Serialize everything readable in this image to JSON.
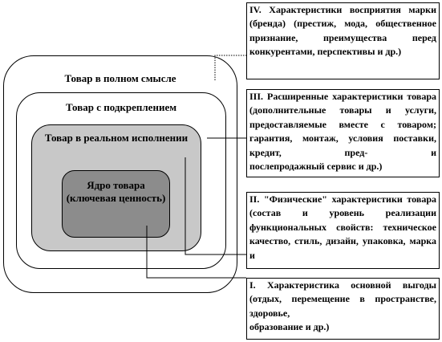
{
  "layers": {
    "full": "Товар в полном смысле",
    "augmented": "Товар с подкреплением",
    "actual": "Товар в реальном исполнении",
    "core": "Ядро товара (ключевая ценность)"
  },
  "descriptions": {
    "iv": {
      "body": "IV. Характеристики восприятия марки (бренда) (престиж, мода, общественное признание, преимущества перед",
      "last": "конкурентами, перспективы и др.)"
    },
    "iii": {
      "body": "III. Расширенные характеристики товара (дополнительные товары и услуги, предоставляемые вместе с товаром; гарантия, монтаж, условия поставки, кредит, пред- и",
      "last": "послепродажный сервис и др.)"
    },
    "ii": {
      "body": "II. \"Физические\" характеристики товара (состав и уровень реализации функциональных свойств: техническое качество, стиль, дизайн, упаковка, марка и",
      "last": ""
    },
    "i": {
      "body": "I. Характеристика основной выгоды (отдых, перемещение в пространстве, здоровье,",
      "last": "образование и др.)"
    }
  }
}
